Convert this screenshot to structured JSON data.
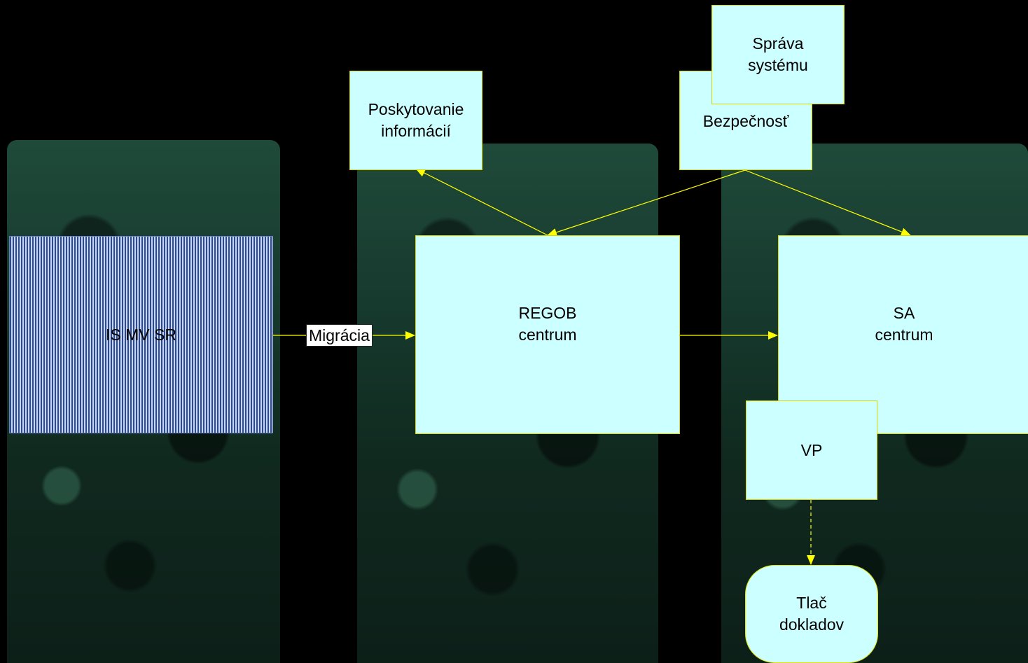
{
  "diagram": {
    "nodes": {
      "is_mv_sr": "IS MV SR",
      "regob": "REGOB\ncentrum",
      "sa": "SA\ncentrum",
      "poskytovanie": "Poskytovanie\ninformácií",
      "bezpecnost": "Bezpečnosť",
      "sprava": "Správa\nsystému",
      "vp": "VP",
      "tlac": "Tlač\ndokladov"
    },
    "edge_labels": {
      "migracia": "Migrácia"
    },
    "colors": {
      "node_fill": "#ccffff",
      "node_border": "#d6d600",
      "edge": "#ffff00",
      "background": "#000000"
    }
  }
}
